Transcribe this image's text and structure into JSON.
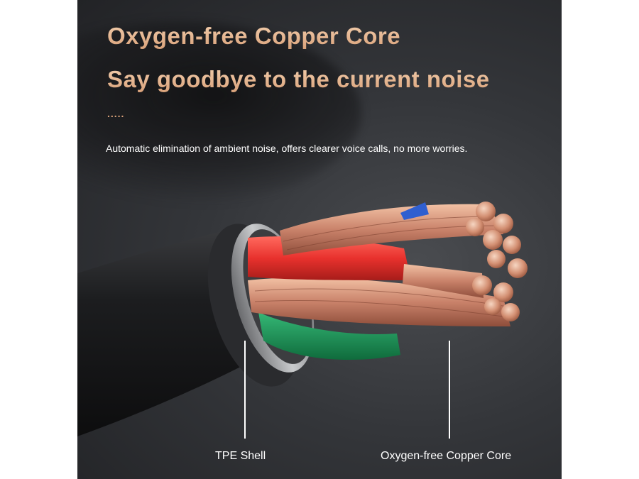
{
  "headline": "Oxygen-free Copper Core",
  "subheadline": "Say goodbye to the current noise",
  "dots": ".....",
  "description": "Automatic elimination of ambient  noise, offers clearer voice calls, no more worries.",
  "labels": {
    "shell": "TPE Shell",
    "core": "Oxygen-free Copper Core"
  },
  "colors": {
    "title_gradient_top": "#f3cfae",
    "title_gradient_bottom": "#d9a179",
    "background": "#2c2e31",
    "copper": "#c98a6a",
    "red_wire": "#e8312d",
    "green_wire": "#1f8f55",
    "blue_wire": "#2f5fd0"
  }
}
